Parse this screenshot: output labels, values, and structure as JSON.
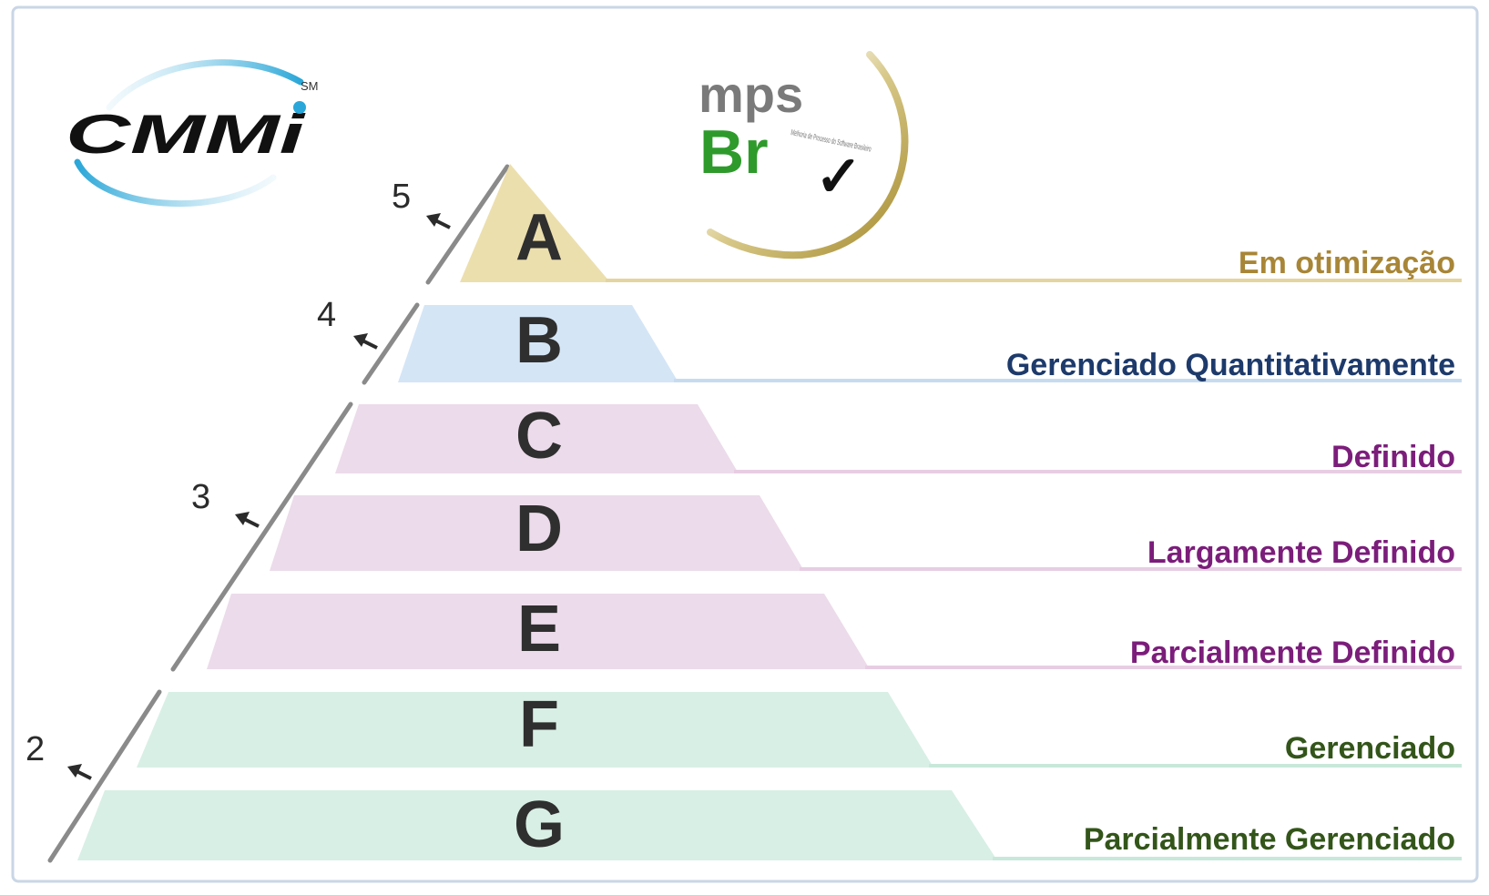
{
  "cmmi_logo": {
    "text": "CMMi",
    "mark": "SM"
  },
  "mpsbr_logo": {
    "top": "mps",
    "main": "Br",
    "tagline": "Melhoria de Processo do Software Brasileiro",
    "check": "✓"
  },
  "levels": [
    {
      "letter": "A",
      "name": "Em otimização",
      "fill": "#ecdfae",
      "line": "#e3d59f",
      "text_color": "#a88637"
    },
    {
      "letter": "B",
      "name": "Gerenciado Quantitativamente",
      "fill": "#d4e5f6",
      "line": "#c7dbf0",
      "text_color": "#1d3a6b"
    },
    {
      "letter": "C",
      "name": "Definido",
      "fill": "#ecdbea",
      "line": "#e7cde3",
      "text_color": "#7b1d7a"
    },
    {
      "letter": "D",
      "name": "Largamente Definido",
      "fill": "#ecdbea",
      "line": "#e7cde3",
      "text_color": "#7b1d7a"
    },
    {
      "letter": "E",
      "name": "Parcialmente Definido",
      "fill": "#ecdbea",
      "line": "#e7cde3",
      "text_color": "#7b1d7a"
    },
    {
      "letter": "F",
      "name": "Gerenciado",
      "fill": "#d8efe5",
      "line": "#c8e8da",
      "text_color": "#33551a"
    },
    {
      "letter": "G",
      "name": "Parcialmente Gerenciado",
      "fill": "#d8efe5",
      "line": "#c8e8da",
      "text_color": "#33551a"
    }
  ],
  "cmmi_levels": [
    "5",
    "4",
    "3",
    "2"
  ],
  "colors": {
    "diagonal": "#8a8a8a",
    "frame_border": "#c9d6e6",
    "arrow": "#2b2b2b"
  }
}
